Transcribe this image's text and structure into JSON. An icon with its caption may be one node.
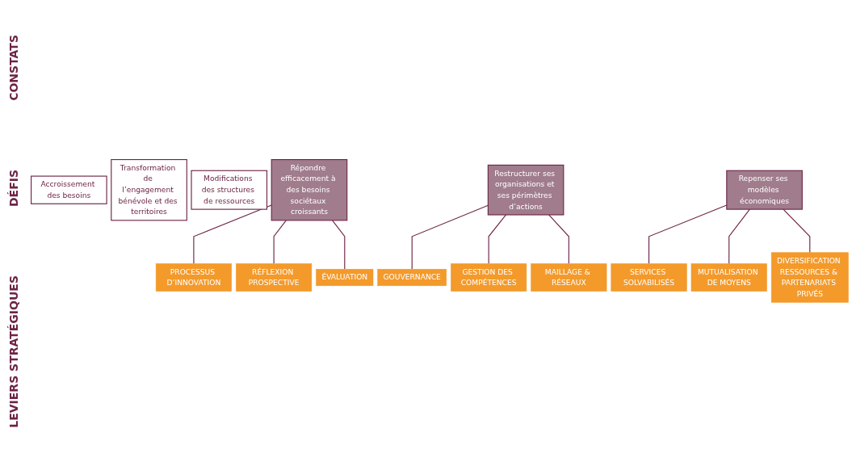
{
  "diagram": {
    "nodes": [
      {
        "text": [
          "Accroissement des besoins"
        ]
      },
      {
        "text": [
          "Transformation de l’engagement bénévole et des territoires"
        ]
      },
      {
        "text": [
          "Modifications des structures de ressources"
        ]
      },
      {
        "text": [
          "Répondre efficacement à des besoins sociétaux croissants"
        ]
      },
      {
        "text": [
          "Restructurer ses organisations et ses périmètres d’actions"
        ]
      },
      {
        "text": [
          "Repenser ses modèles économiques"
        ]
      },
      {
        "text": [
          "PROCESSUS D’INNOVATION"
        ]
      },
      {
        "text": [
          "GOUVERNANCE"
        ]
      },
      {
        "text": [
          "SERVICES SOLVABILISÉS"
        ]
      },
      {
        "text": [
          "RÉFLEXION PROSPECTIVE"
        ]
      },
      {
        "text": [
          "GESTION DES COMPÉTENCES"
        ]
      },
      {
        "text": [
          "MUTUALISATION DE MOYENS"
        ]
      },
      {
        "text": [
          "ÉVALUATION"
        ]
      },
      {
        "text": [
          "MAILLAGE & RÉSEAUX"
        ]
      },
      {
        "text": [
          "DIVERSIFICATION RESSOURCES & PARTENARIATS PRIVÉS"
        ]
      }
    ],
    "edges": [
      {
        "from": 3,
        "to": 6,
        "arrow": "none"
      },
      {
        "from": 3,
        "to": 9,
        "arrow": "none"
      },
      {
        "from": 3,
        "to": 12,
        "arrow": "none"
      },
      {
        "from": 4,
        "to": 7,
        "arrow": "none"
      },
      {
        "from": 4,
        "to": 10,
        "arrow": "none"
      },
      {
        "from": 4,
        "to": 13,
        "arrow": "none"
      },
      {
        "from": 5,
        "to": 8,
        "arrow": "none"
      },
      {
        "from": 5,
        "to": 11,
        "arrow": "none"
      },
      {
        "from": 5,
        "to": 14,
        "arrow": "none"
      }
    ],
    "labels": [
      "CONSTATS",
      "DÉFIS",
      "LEVIERS STRATÉGIQUES"
    ]
  }
}
